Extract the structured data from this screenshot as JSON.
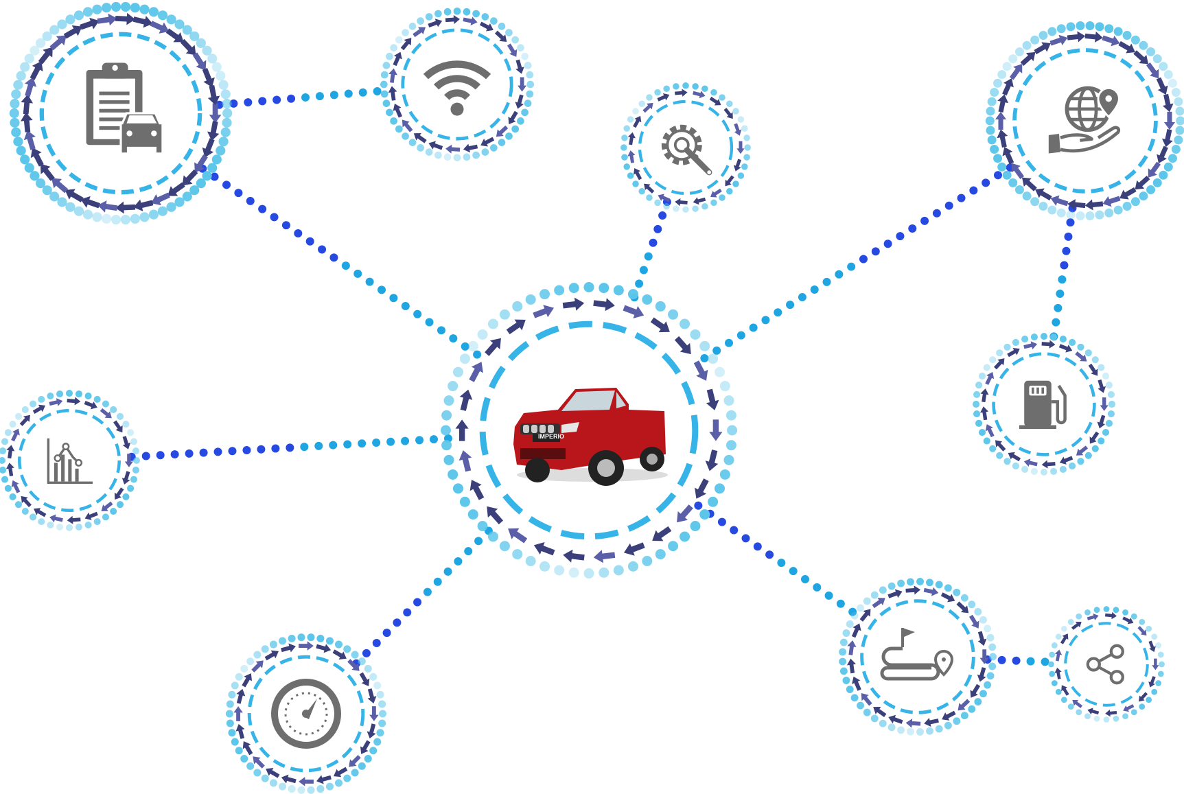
{
  "colors": {
    "connector": "#1a3fe0",
    "connector_light": "#12a0e0",
    "arrow_ring": "#3b3f7a",
    "dash_ring": "#36b4e8",
    "dot_ring": "#5cc6ea",
    "icon": "#6e6e6e",
    "truck_body": "#b8161b"
  },
  "center": {
    "icon": "red-pickup-truck",
    "badge": "IMPERIO"
  },
  "nodes": [
    {
      "id": "clipboard",
      "icon": "clipboard-car-icon"
    },
    {
      "id": "wifi",
      "icon": "wifi-icon"
    },
    {
      "id": "gear",
      "icon": "gear-wrench-icon"
    },
    {
      "id": "globe",
      "icon": "globe-hand-location-icon"
    },
    {
      "id": "fuel",
      "icon": "fuel-pump-icon"
    },
    {
      "id": "chart",
      "icon": "bar-chart-trend-icon"
    },
    {
      "id": "gauge",
      "icon": "speedometer-icon"
    },
    {
      "id": "route",
      "icon": "route-flag-pin-icon"
    },
    {
      "id": "share",
      "icon": "share-icon"
    }
  ],
  "connections": [
    [
      "clipboard",
      "wifi"
    ],
    [
      "clipboard",
      "center"
    ],
    [
      "gear",
      "center"
    ],
    [
      "globe",
      "center"
    ],
    [
      "globe",
      "fuel"
    ],
    [
      "chart",
      "center"
    ],
    [
      "gauge",
      "center"
    ],
    [
      "center",
      "route"
    ],
    [
      "route",
      "share"
    ]
  ]
}
